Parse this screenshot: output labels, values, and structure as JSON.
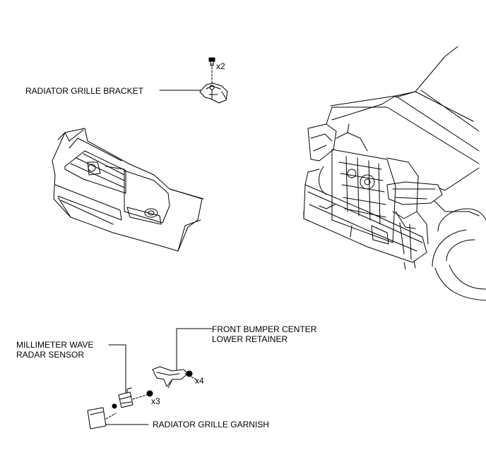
{
  "labels": {
    "radiator_grille_bracket": "RADIATOR GRILLE BRACKET",
    "radiator_grille_bracket_qty": "x2",
    "front_bumper_retainer_line1": "FRONT BUMPER CENTER",
    "front_bumper_retainer_line2": "LOWER RETAINER",
    "front_bumper_retainer_qty": "x4",
    "radar_sensor_line1": "MILLIMETER WAVE",
    "radar_sensor_line2": "RADAR SENSOR",
    "radar_sensor_qty": "x3",
    "radiator_grille_garnish": "RADIATOR GRILLE GARNISH"
  }
}
